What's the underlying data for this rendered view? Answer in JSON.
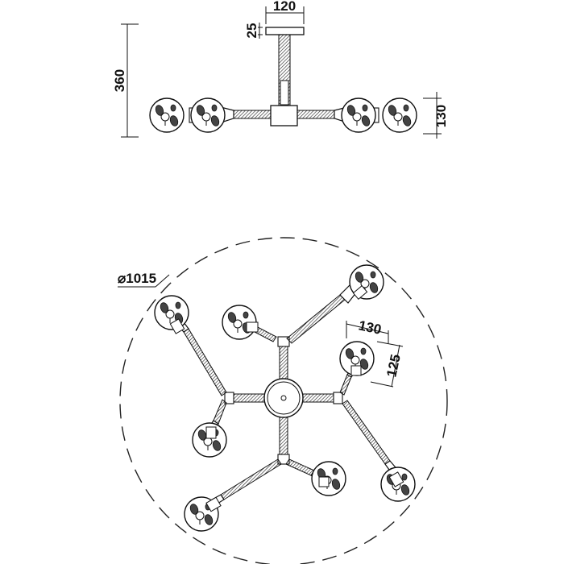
{
  "dimensions": {
    "canopy_width": "120",
    "canopy_height": "25",
    "total_height": "360",
    "shade_height": "130",
    "diameter": "⌀1015",
    "shade_plan_width": "130",
    "shade_plan_depth": "125"
  },
  "colors": {
    "line": "#111111",
    "background": "#ffffff"
  }
}
